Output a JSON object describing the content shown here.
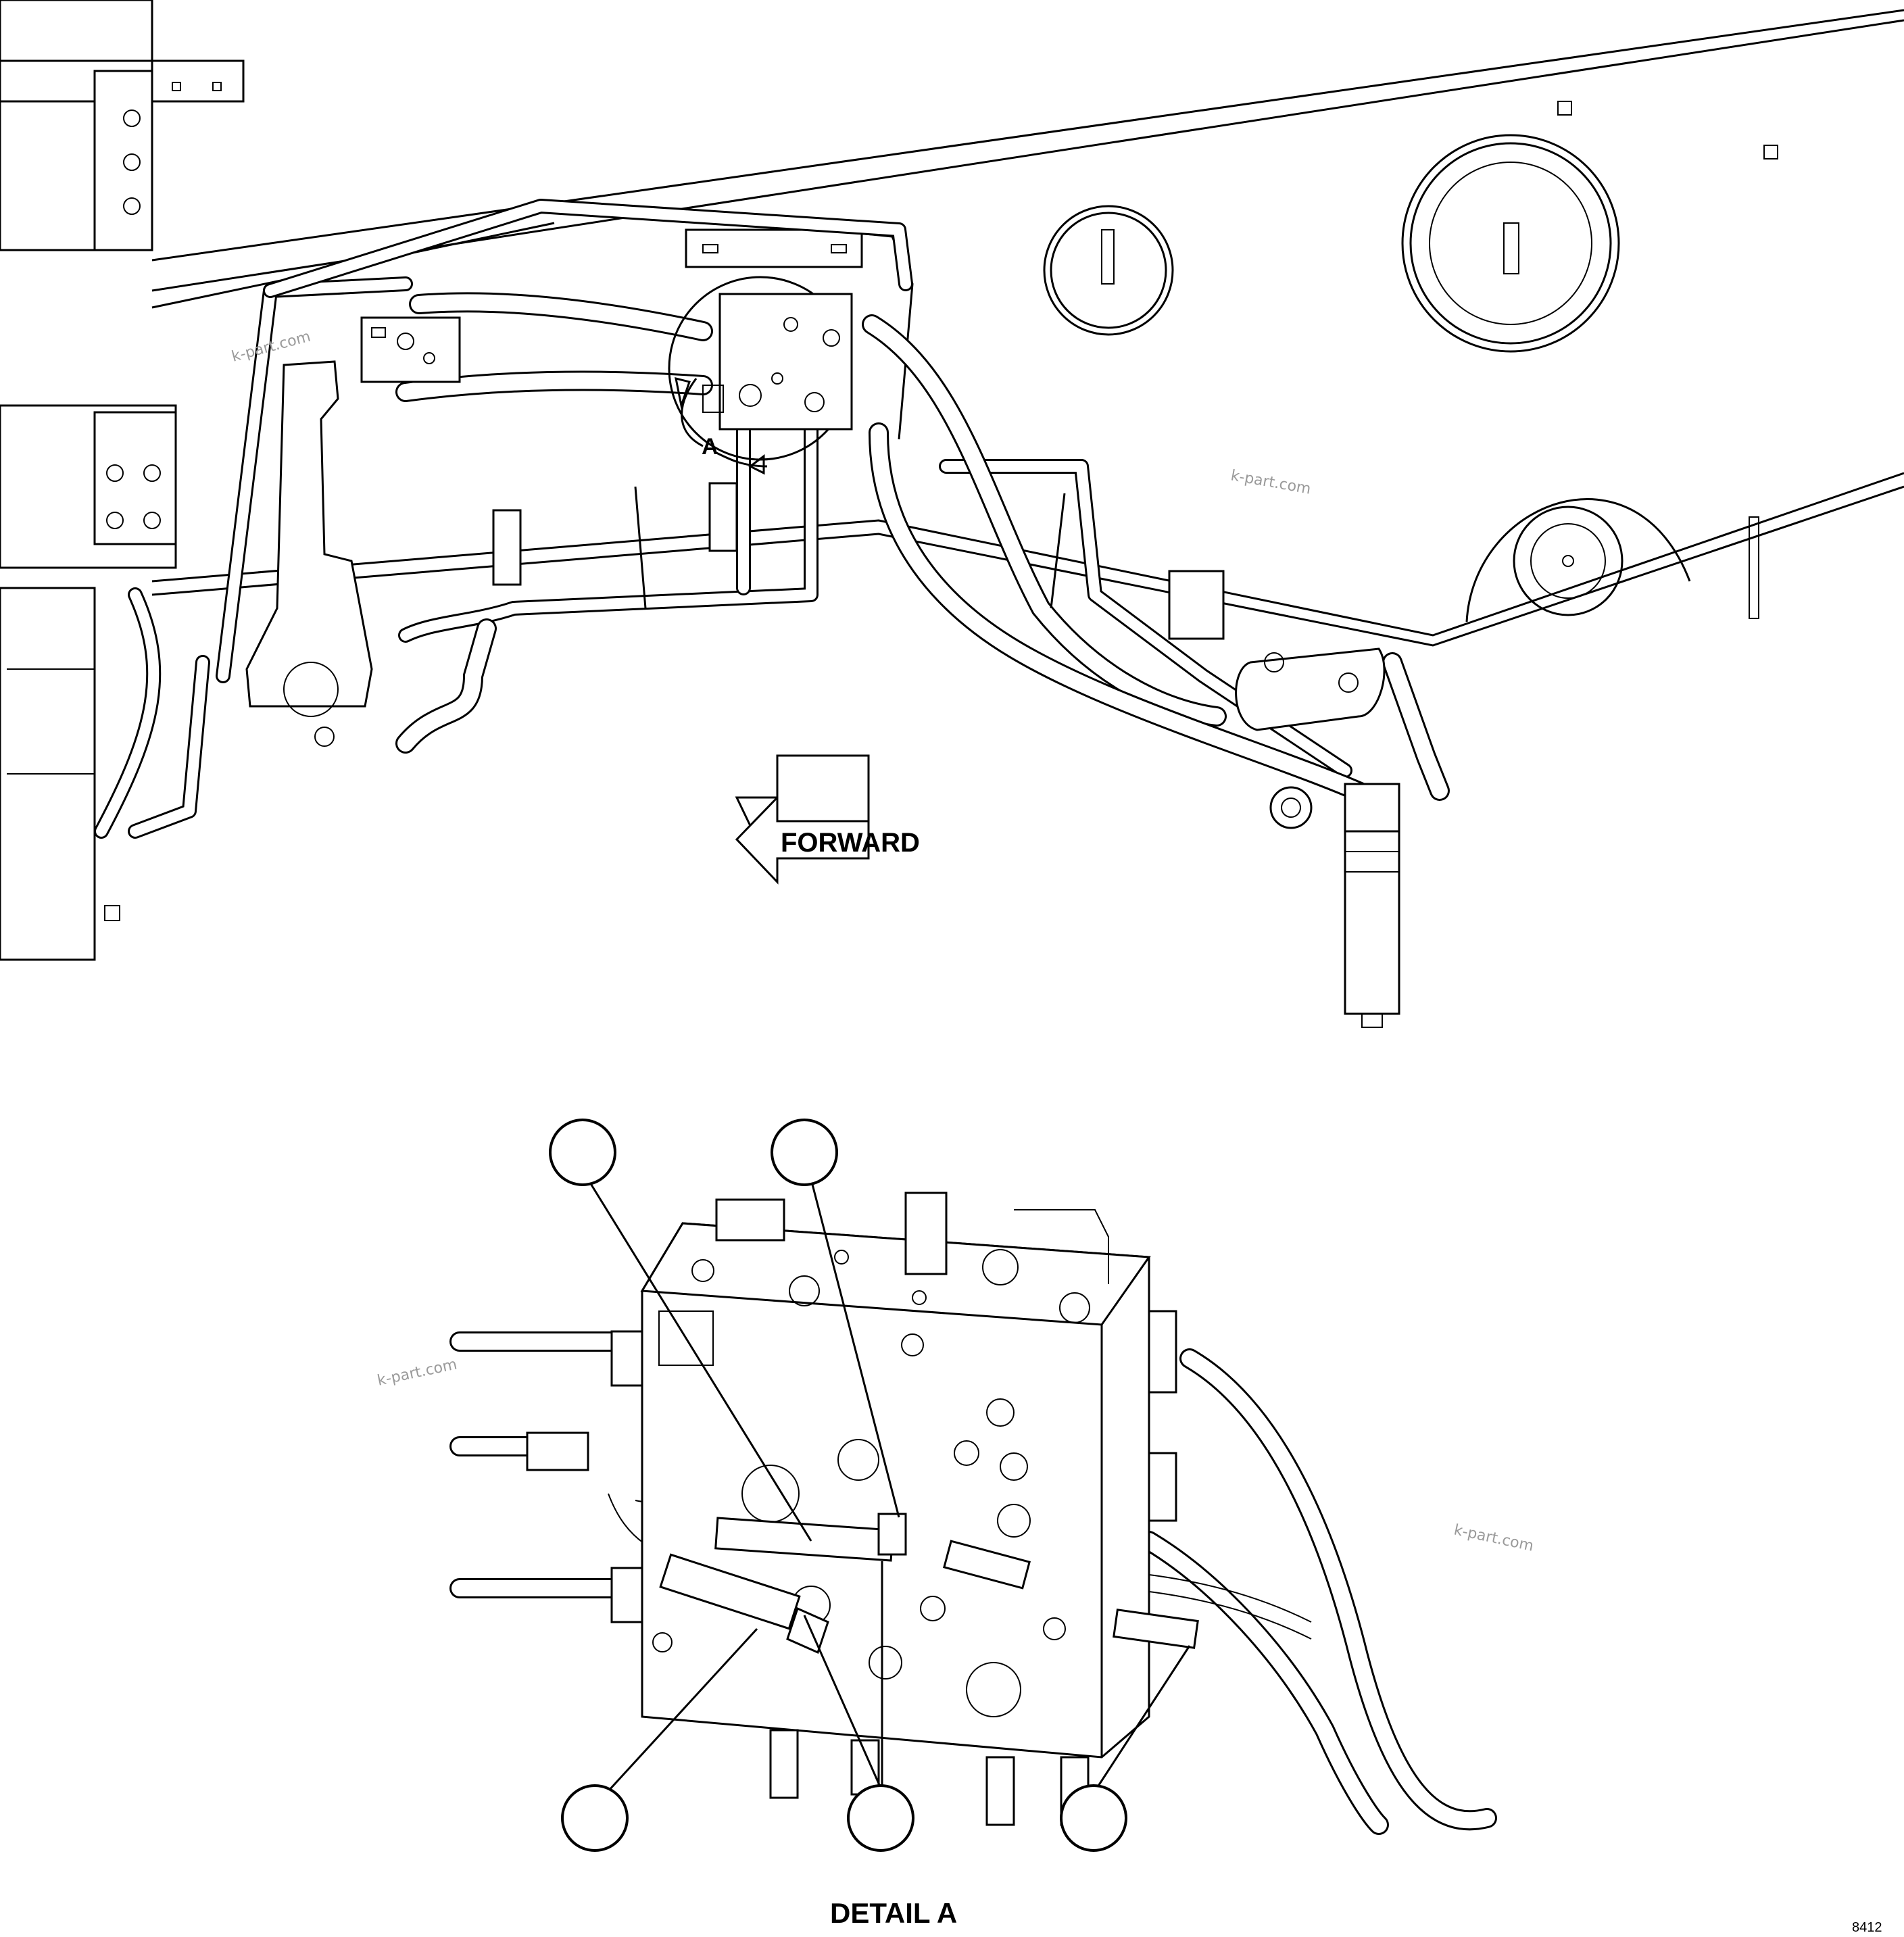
{
  "detail_marker": "A",
  "direction_label": "FORWARD",
  "detail_title": "DETAIL A",
  "drawing_code": "8412",
  "watermarks": [
    "k-part.com",
    "k-part.com",
    "k-part.com",
    "k-part.com"
  ],
  "icons": {
    "direction": "left-arrow",
    "callout": "empty-circle-balloon"
  }
}
